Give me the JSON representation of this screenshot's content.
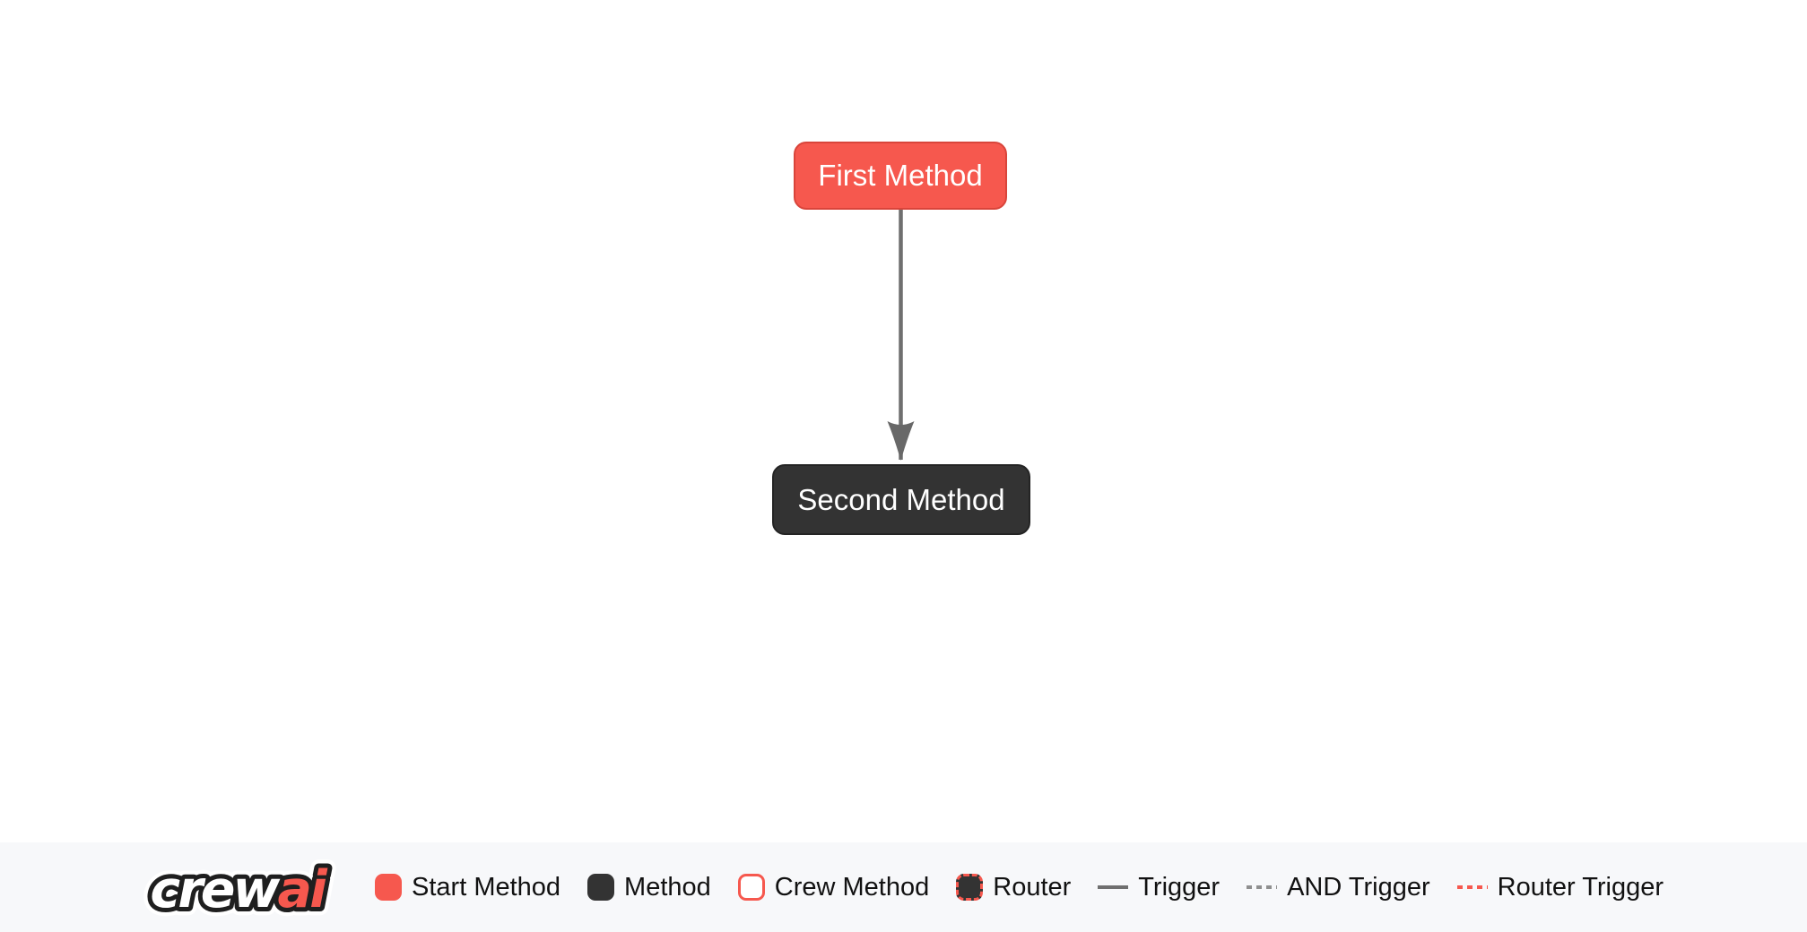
{
  "canvas": {
    "nodes": [
      {
        "label": "First Method",
        "type": "start-method"
      },
      {
        "label": "Second Method",
        "type": "method"
      }
    ],
    "edge": {
      "type": "trigger",
      "from": "First Method",
      "to": "Second Method"
    }
  },
  "legend": {
    "logo": {
      "crew": "crew",
      "ai": "ai"
    },
    "items": [
      {
        "label": "Start Method",
        "swatch": "start-method-swatch"
      },
      {
        "label": "Method",
        "swatch": "method-swatch"
      },
      {
        "label": "Crew Method",
        "swatch": "crew-method-swatch"
      },
      {
        "label": "Router",
        "swatch": "router-swatch"
      },
      {
        "label": "Trigger",
        "swatch": "trigger-line-swatch"
      },
      {
        "label": "AND Trigger",
        "swatch": "and-trigger-line-swatch"
      },
      {
        "label": "Router Trigger",
        "swatch": "router-trigger-line-swatch"
      }
    ]
  },
  "colors": {
    "red": "#f6584e",
    "red-border": "#d9453b",
    "dark": "#333333",
    "dark-border": "#242424",
    "edge": "#6f6f6f",
    "dash-gray": "#8f8f8f",
    "legend-bg": "#f7f8fa",
    "text": "#111111"
  }
}
